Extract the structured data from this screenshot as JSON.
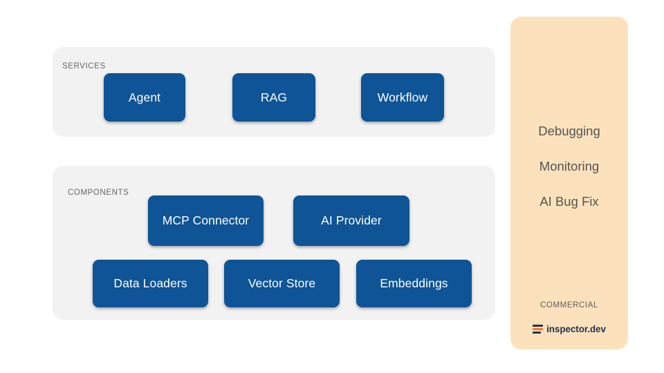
{
  "diagram": {
    "background_color": "#ffffff",
    "groups": [
      {
        "id": "services",
        "label": "SERVICES",
        "panel_color": "#f2f2f2",
        "nodes": [
          {
            "id": "agent",
            "label": "Agent"
          },
          {
            "id": "rag",
            "label": "RAG"
          },
          {
            "id": "workflow",
            "label": "Workflow"
          }
        ]
      },
      {
        "id": "components",
        "label": "COMPONENTS",
        "panel_color": "#f2f2f2",
        "nodes": [
          {
            "id": "mcp-connector",
            "label": "MCP Connector"
          },
          {
            "id": "ai-provider",
            "label": "AI Provider"
          },
          {
            "id": "data-loaders",
            "label": "Data Loaders"
          },
          {
            "id": "vector-store",
            "label": "Vector Store"
          },
          {
            "id": "embeddings",
            "label": "Embeddings"
          }
        ]
      }
    ],
    "node_color": "#0e5496",
    "node_text_color": "#ffffff"
  },
  "sidebar": {
    "background_color": "#fce2bc",
    "features": [
      {
        "label": "Debugging"
      },
      {
        "label": "Monitoring"
      },
      {
        "label": "AI Bug Fix"
      }
    ],
    "commercial_label": "COMMERCIAL",
    "brand": {
      "name": "inspector.dev",
      "mark_icon": "three-bars-logo-icon",
      "mark_colors": [
        "#27304f",
        "#f2792a",
        "#27304f"
      ],
      "text_color": "#27304f"
    }
  }
}
